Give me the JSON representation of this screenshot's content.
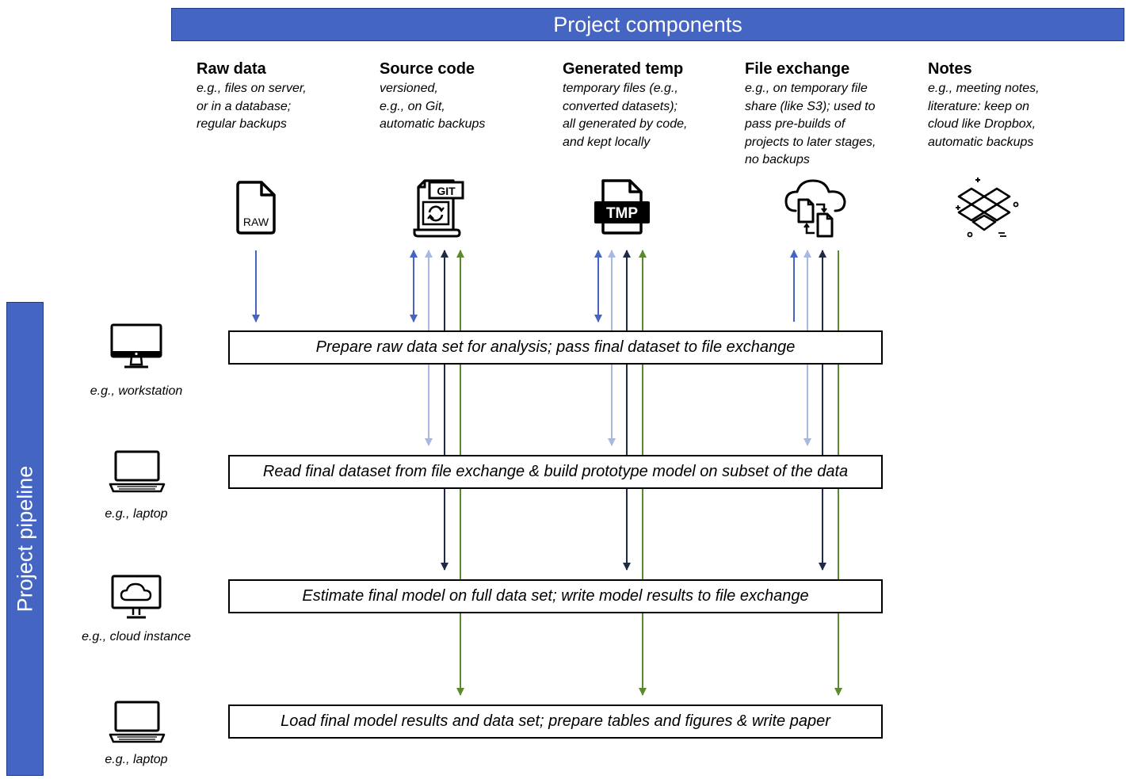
{
  "header": {
    "title": "Project components"
  },
  "sidebar": {
    "title": "Project pipeline"
  },
  "components": [
    {
      "title": "Raw data",
      "description": "e.g., files on server,\nor in a database;\nregular backups",
      "icon": "raw-file-icon",
      "icon_text": "RAW"
    },
    {
      "title": "Source code",
      "description": "versioned,\ne.g., on Git,\nautomatic backups",
      "icon": "git-file-icon",
      "icon_text": "GIT"
    },
    {
      "title": "Generated temp",
      "description": "temporary files (e.g.,\nconverted datasets);\nall generated by code,\nand kept locally",
      "icon": "tmp-file-icon",
      "icon_text": "TMP"
    },
    {
      "title": "File exchange",
      "description": "e.g., on temporary file\nshare (like S3); used to\npass pre-builds of\nprojects to later stages,\nno backups",
      "icon": "cloud-file-exchange-icon"
    },
    {
      "title": "Notes",
      "description": "e.g., meeting notes,\nliterature: keep on\ncloud like Dropbox,\nautomatic backups",
      "icon": "dropbox-icon"
    }
  ],
  "pipeline": [
    {
      "step": "Prepare raw data set for analysis; pass final dataset to file exchange",
      "device": "e.g., workstation",
      "icon": "workstation-icon"
    },
    {
      "step": "Read final dataset from file exchange & build prototype model on subset of the data",
      "device": "e.g., laptop",
      "icon": "laptop-icon"
    },
    {
      "step": "Estimate final model on full data set; write model results to file exchange",
      "device": "e.g., cloud instance",
      "icon": "cloud-monitor-icon"
    },
    {
      "step": "Load final model results and data set; prepare tables and figures & write paper",
      "device": "e.g., laptop",
      "icon": "laptop-icon"
    }
  ],
  "colors": {
    "banner": "#4565c2",
    "arrow_stage1": "#4565c2",
    "arrow_stage2": "#a9b8e2",
    "arrow_stage3": "#1f2a44",
    "arrow_stage4": "#5a8a2e"
  }
}
